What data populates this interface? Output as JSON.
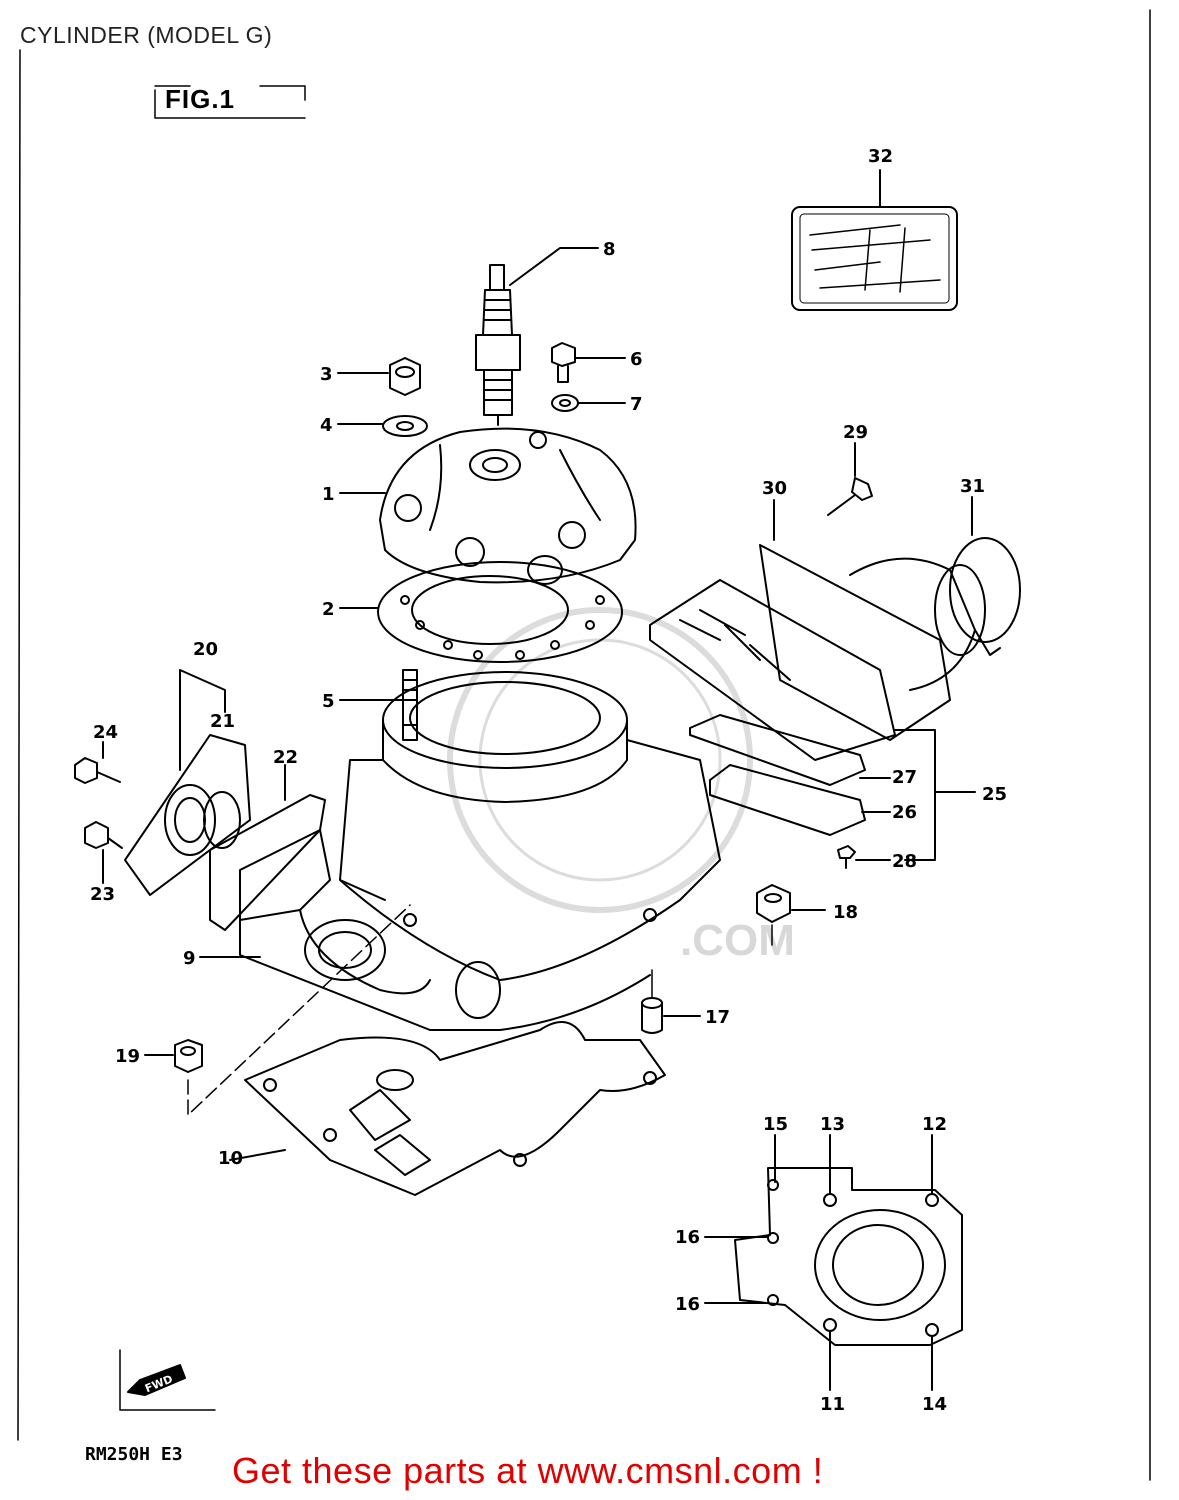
{
  "page_title": "CYLINDER (MODEL G)",
  "figure_label": "FIG.1",
  "model_code": "RM250H E3",
  "fwd_label": "FWD",
  "watermark_text": ".COM",
  "promo_text": "Get these parts at www.cmsnl.com !",
  "colors": {
    "promo": "#e00000",
    "line": "#000000",
    "watermark": "#dddddd"
  },
  "callouts": {
    "c1": "1",
    "c2": "2",
    "c3": "3",
    "c4": "4",
    "c5": "5",
    "c6": "6",
    "c7": "7",
    "c8": "8",
    "c9": "9",
    "c10": "10",
    "c11": "11",
    "c12": "12",
    "c13": "13",
    "c14": "14",
    "c15": "15",
    "c16a": "16",
    "c16b": "16",
    "c17": "17",
    "c18": "18",
    "c19": "19",
    "c20": "20",
    "c21": "21",
    "c22": "22",
    "c23": "23",
    "c24": "24",
    "c25": "25",
    "c26": "26",
    "c27": "27",
    "c28": "28",
    "c29": "29",
    "c30": "30",
    "c31": "31",
    "c32": "32"
  }
}
